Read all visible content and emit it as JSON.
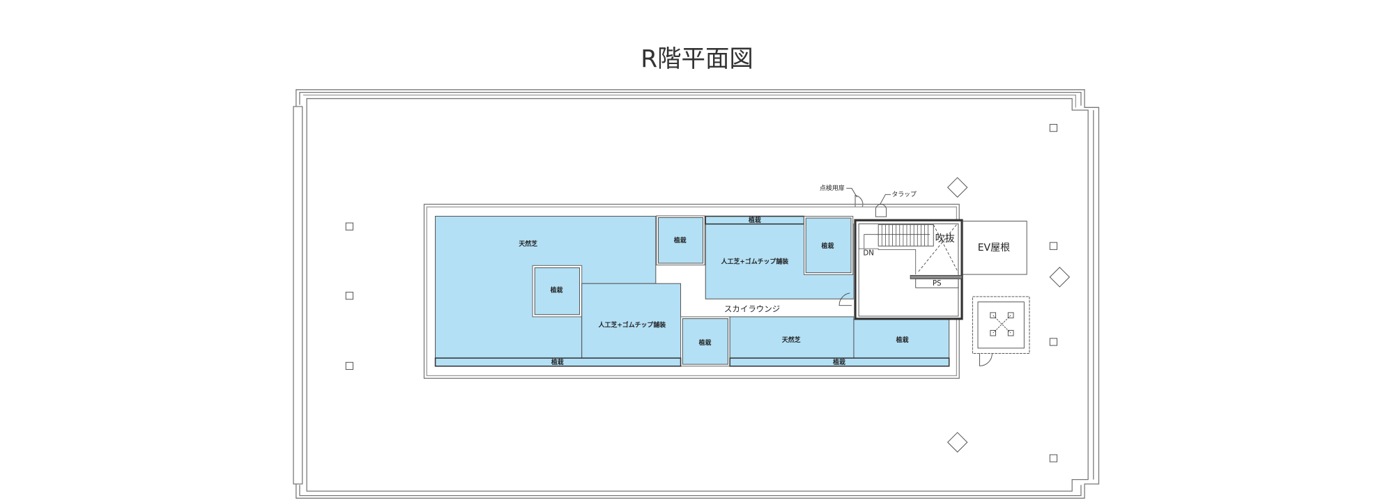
{
  "title": "R階平面図",
  "labels": {
    "natural_turf": "天然芝",
    "planting": "植栽",
    "artificial_turf": "人工芝+ゴムチップ舗装",
    "sky_lounge": "スカイラウンジ",
    "void": "吹抜",
    "down": "DN",
    "pipe_space": "PS",
    "ev_roof": "EV屋根",
    "inspection_door": "点検用扉",
    "ladder": "タラップ"
  },
  "colors": {
    "planting_area": "#b3e0f5",
    "lines": "#777777"
  }
}
